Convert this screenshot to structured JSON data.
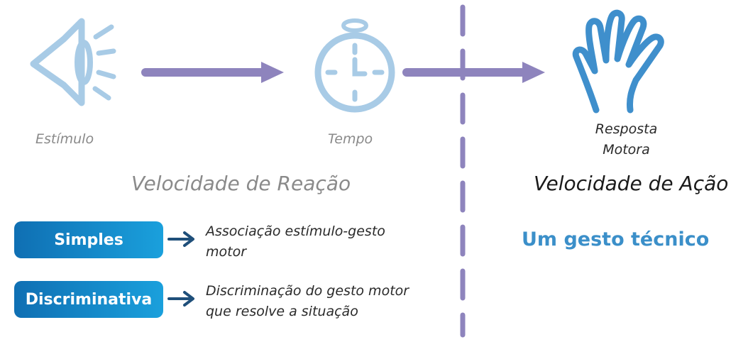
{
  "stages": {
    "stimulus": "Estímulo",
    "time": "Tempo",
    "response_line1": "Resposta",
    "response_line2": "Motora"
  },
  "reaction": {
    "title": "Velocidade de Reação",
    "types": [
      {
        "label": "Simples",
        "desc_line1": "Associação estímulo-gesto",
        "desc_line2": "motor"
      },
      {
        "label": "Discriminativa",
        "desc_line1": "Discriminação do gesto motor",
        "desc_line2": "que resolve a situação"
      }
    ]
  },
  "action": {
    "title": "Velocidade de Ação",
    "headline": "Um gesto técnico"
  },
  "colors": {
    "light_blue": "#a8cbe6",
    "purple": "#8e84bd",
    "hand_blue": "#3f8fcc",
    "button_start": "#0f6fb3",
    "button_end": "#1aa0dc"
  }
}
